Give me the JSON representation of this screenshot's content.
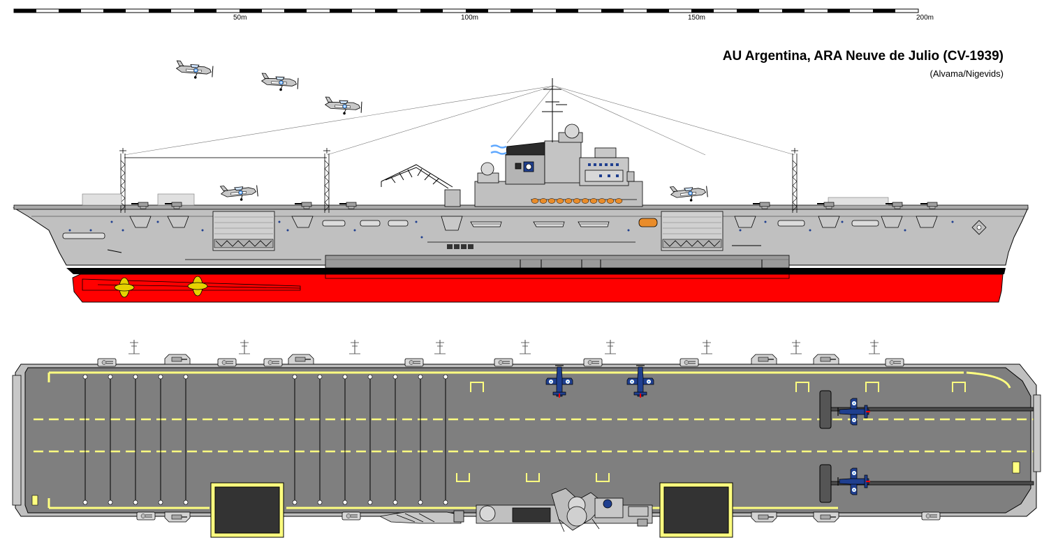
{
  "title": "AU Argentina, ARA Neuve de Julio (CV-1939)",
  "credit": "(Alvama/Nigevids)",
  "scale": {
    "labels": [
      "50m",
      "100m",
      "150m",
      "200m"
    ]
  },
  "colors": {
    "hull_grey": "#c0c0c0",
    "flight_deck": "#7f7f7f",
    "boot_topping": "#000000",
    "antifouling_red": "#ff0000",
    "deck_markings": "#ffff80",
    "propellers": "#e6d200",
    "aircraft_blue": "#1f3f8f",
    "flag_blue": "#5fa8ff"
  },
  "icons": {
    "aircraft": "aircraft-icon",
    "propeller": "propeller-icon",
    "flag": "argentine-flag-icon",
    "roundel": "roundel-icon"
  }
}
